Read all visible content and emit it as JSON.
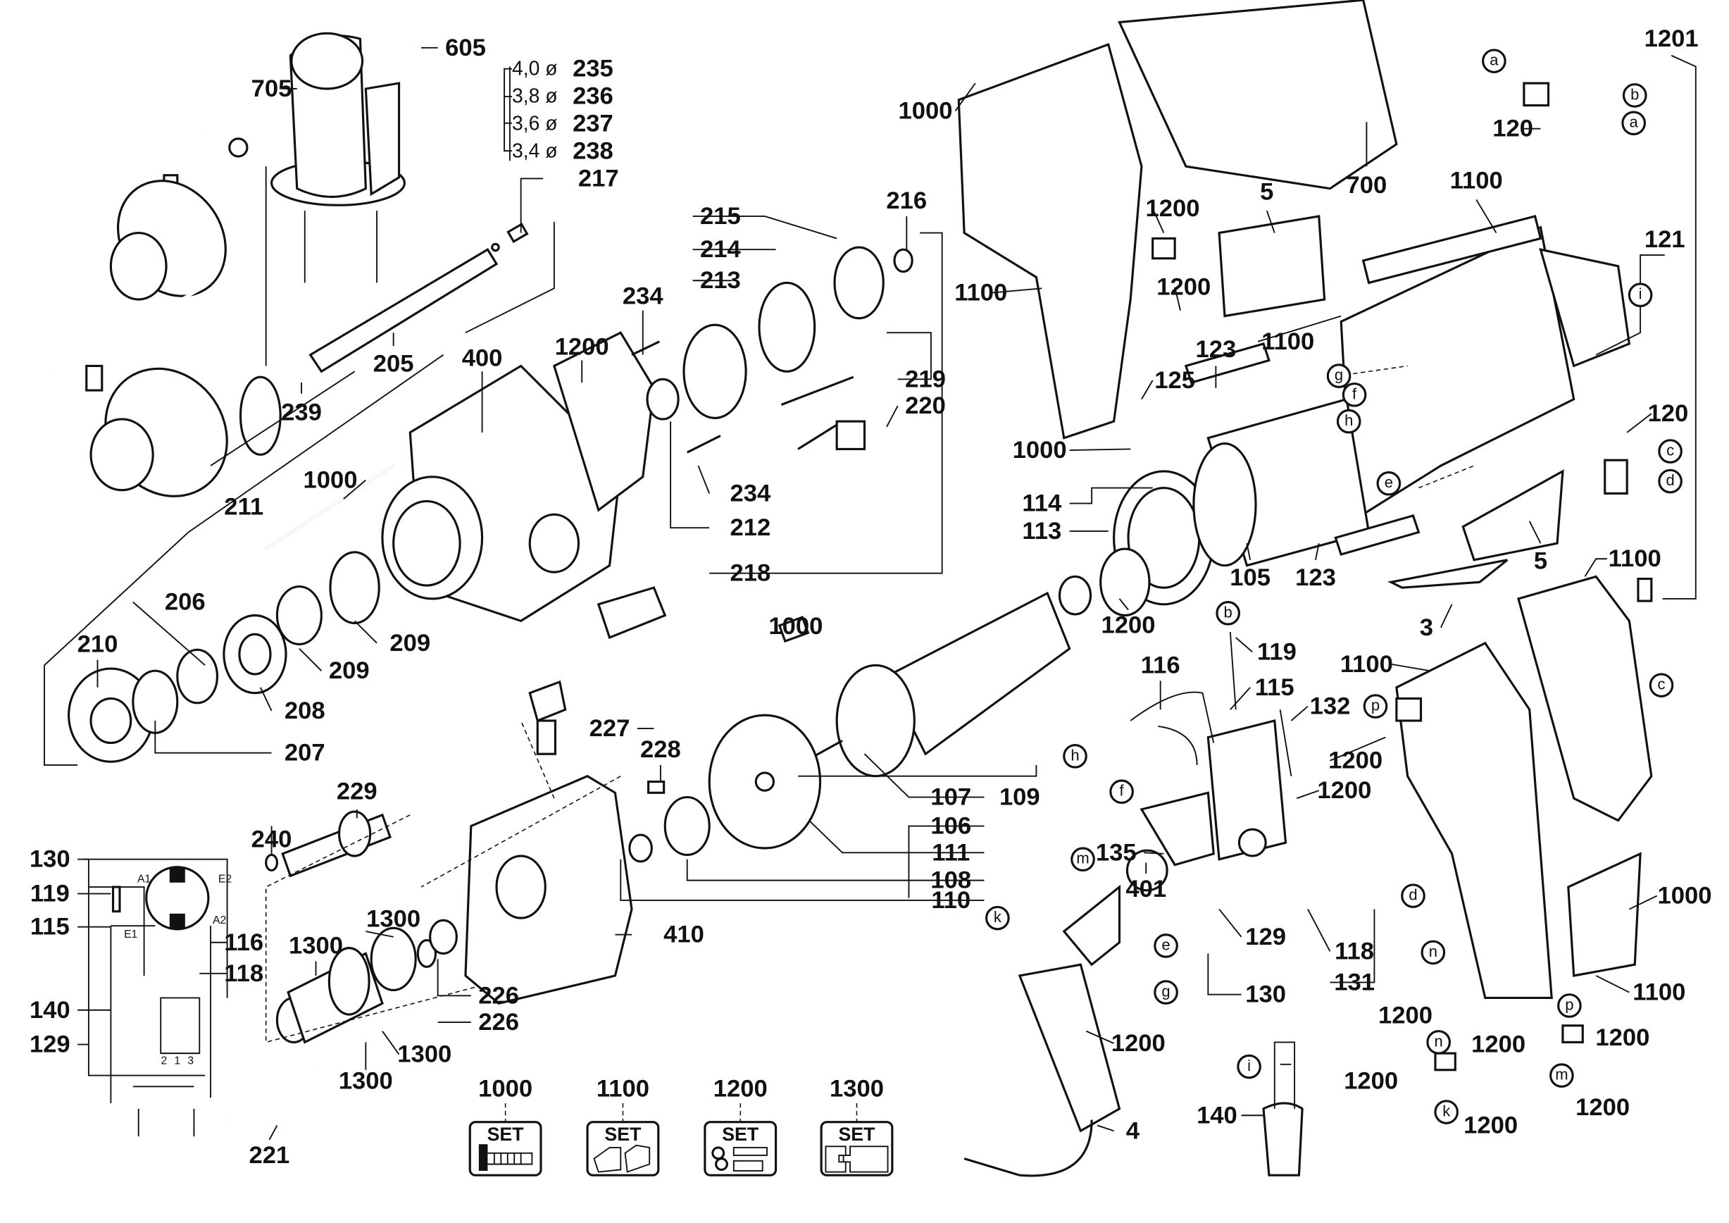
{
  "diagram": {
    "labels": [
      "605",
      "705",
      "217",
      "205",
      "400",
      "239",
      "211",
      "1200",
      "234",
      "215",
      "214",
      "213",
      "216",
      "219",
      "220",
      "234",
      "212",
      "218",
      "1000",
      "206",
      "210",
      "209",
      "209",
      "208",
      "207",
      "1000",
      "1100",
      "1200",
      "1200",
      "1100",
      "125",
      "1000",
      "123",
      "114",
      "113",
      "105",
      "123",
      "1200",
      "5",
      "700",
      "1100",
      "1201",
      "120",
      "121",
      "120",
      "5",
      "3",
      "1100",
      "1100",
      "1000",
      "1100",
      "119",
      "116",
      "115",
      "132",
      "1200",
      "1200",
      "135",
      "401",
      "129",
      "130",
      "118",
      "131",
      "1200",
      "4",
      "140",
      "1200",
      "1200",
      "1200",
      "1200",
      "1200",
      "1200",
      "1000",
      "227",
      "228",
      "229",
      "107",
      "106",
      "111",
      "108",
      "110",
      "109",
      "410",
      "240",
      "1300",
      "1300",
      "226",
      "226",
      "1300",
      "1300",
      "221",
      "130",
      "119",
      "115",
      "140",
      "129",
      "116",
      "118"
    ],
    "pins": [
      {
        "dia": "4,0 ø",
        "part": "235"
      },
      {
        "dia": "3,8 ø",
        "part": "236"
      },
      {
        "dia": "3,6 ø",
        "part": "237"
      },
      {
        "dia": "3,4 ø",
        "part": "238"
      }
    ],
    "wire_letters": [
      "a",
      "b",
      "a",
      "g",
      "f",
      "h",
      "i",
      "e",
      "c",
      "d",
      "c",
      "b",
      "h",
      "f",
      "p",
      "d",
      "n",
      "m",
      "k",
      "e",
      "g",
      "i",
      "n",
      "k",
      "p",
      "m"
    ],
    "schematic_terminals": [
      "A1",
      "E2",
      "E1",
      "A2",
      "2",
      "1",
      "3"
    ],
    "sets": [
      {
        "number": "1000",
        "badge": "SET",
        "icon": "screw-icon"
      },
      {
        "number": "1100",
        "badge": "SET",
        "icon": "housing-halves-icon"
      },
      {
        "number": "1200",
        "badge": "SET",
        "icon": "small-parts-icon"
      },
      {
        "number": "1300",
        "badge": "SET",
        "icon": "gear-set-icon"
      }
    ]
  }
}
